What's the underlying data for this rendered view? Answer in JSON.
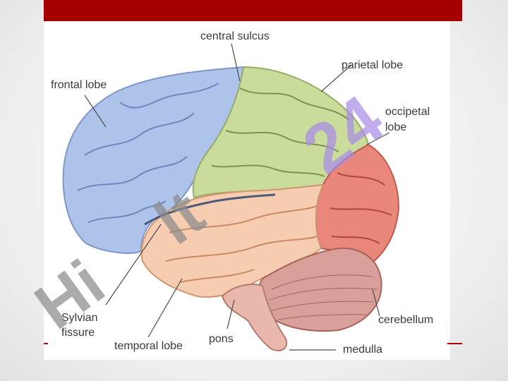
{
  "labels": {
    "central_sulcus": "central sulcus",
    "parietal_lobe": "parietal lobe",
    "frontal_lobe": "frontal lobe",
    "occipetal_line1": "occipetal",
    "occipetal_line2": "lobe",
    "sylvian_line1": "Sylvian",
    "sylvian_line2": "fissure",
    "temporal_lobe": "temporal lobe",
    "pons": "pons",
    "cerebellum": "cerebellum",
    "medulla": "medulla"
  },
  "watermark": {
    "part1": "Hi",
    "part2": "lt",
    "part3": "24"
  },
  "colors": {
    "frontal": "#aec3ea",
    "parietal": "#c9dc9c",
    "occipital": "#e9877a",
    "temporal": "#f6cdb0",
    "cerebellum": "#d9a09a",
    "brainstem": "#e8b8ad",
    "watermark_gray": "#8a8a8a",
    "watermark_purple": "#a98ce6"
  }
}
